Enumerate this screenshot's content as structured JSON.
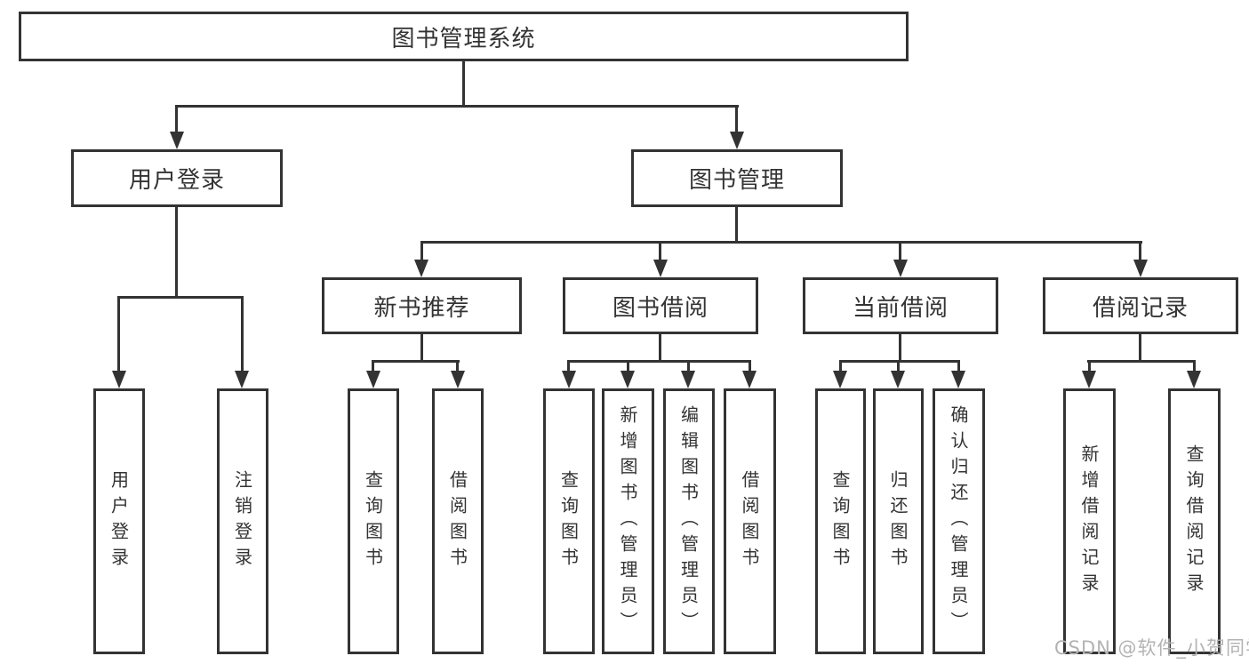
{
  "diagram": {
    "title": "图书管理系统",
    "branches": [
      {
        "label": "用户登录",
        "children": [
          {
            "label": "用户登录"
          },
          {
            "label": "注销登录"
          }
        ]
      },
      {
        "label": "图书管理",
        "children": [
          {
            "label": "新书推荐",
            "children": [
              {
                "label": "查询图书"
              },
              {
                "label": "借阅图书"
              }
            ]
          },
          {
            "label": "图书借阅",
            "children": [
              {
                "label": "查询图书"
              },
              {
                "label": "新增图书（管理员）"
              },
              {
                "label": "编辑图书（管理员）"
              },
              {
                "label": "借阅图书"
              }
            ]
          },
          {
            "label": "当前借阅",
            "children": [
              {
                "label": "查询图书"
              },
              {
                "label": "归还图书"
              },
              {
                "label": "确认归还（管理员）"
              }
            ]
          },
          {
            "label": "借阅记录",
            "children": [
              {
                "label": "新增借阅记录"
              },
              {
                "label": "查询借阅记录"
              }
            ]
          }
        ]
      }
    ]
  },
  "watermark": {
    "text": "CSDN @软件_小贺同学"
  },
  "colors": {
    "line": "#333333",
    "text": "#333333",
    "watermark": "#b3b3b3",
    "background": "#ffffff"
  }
}
